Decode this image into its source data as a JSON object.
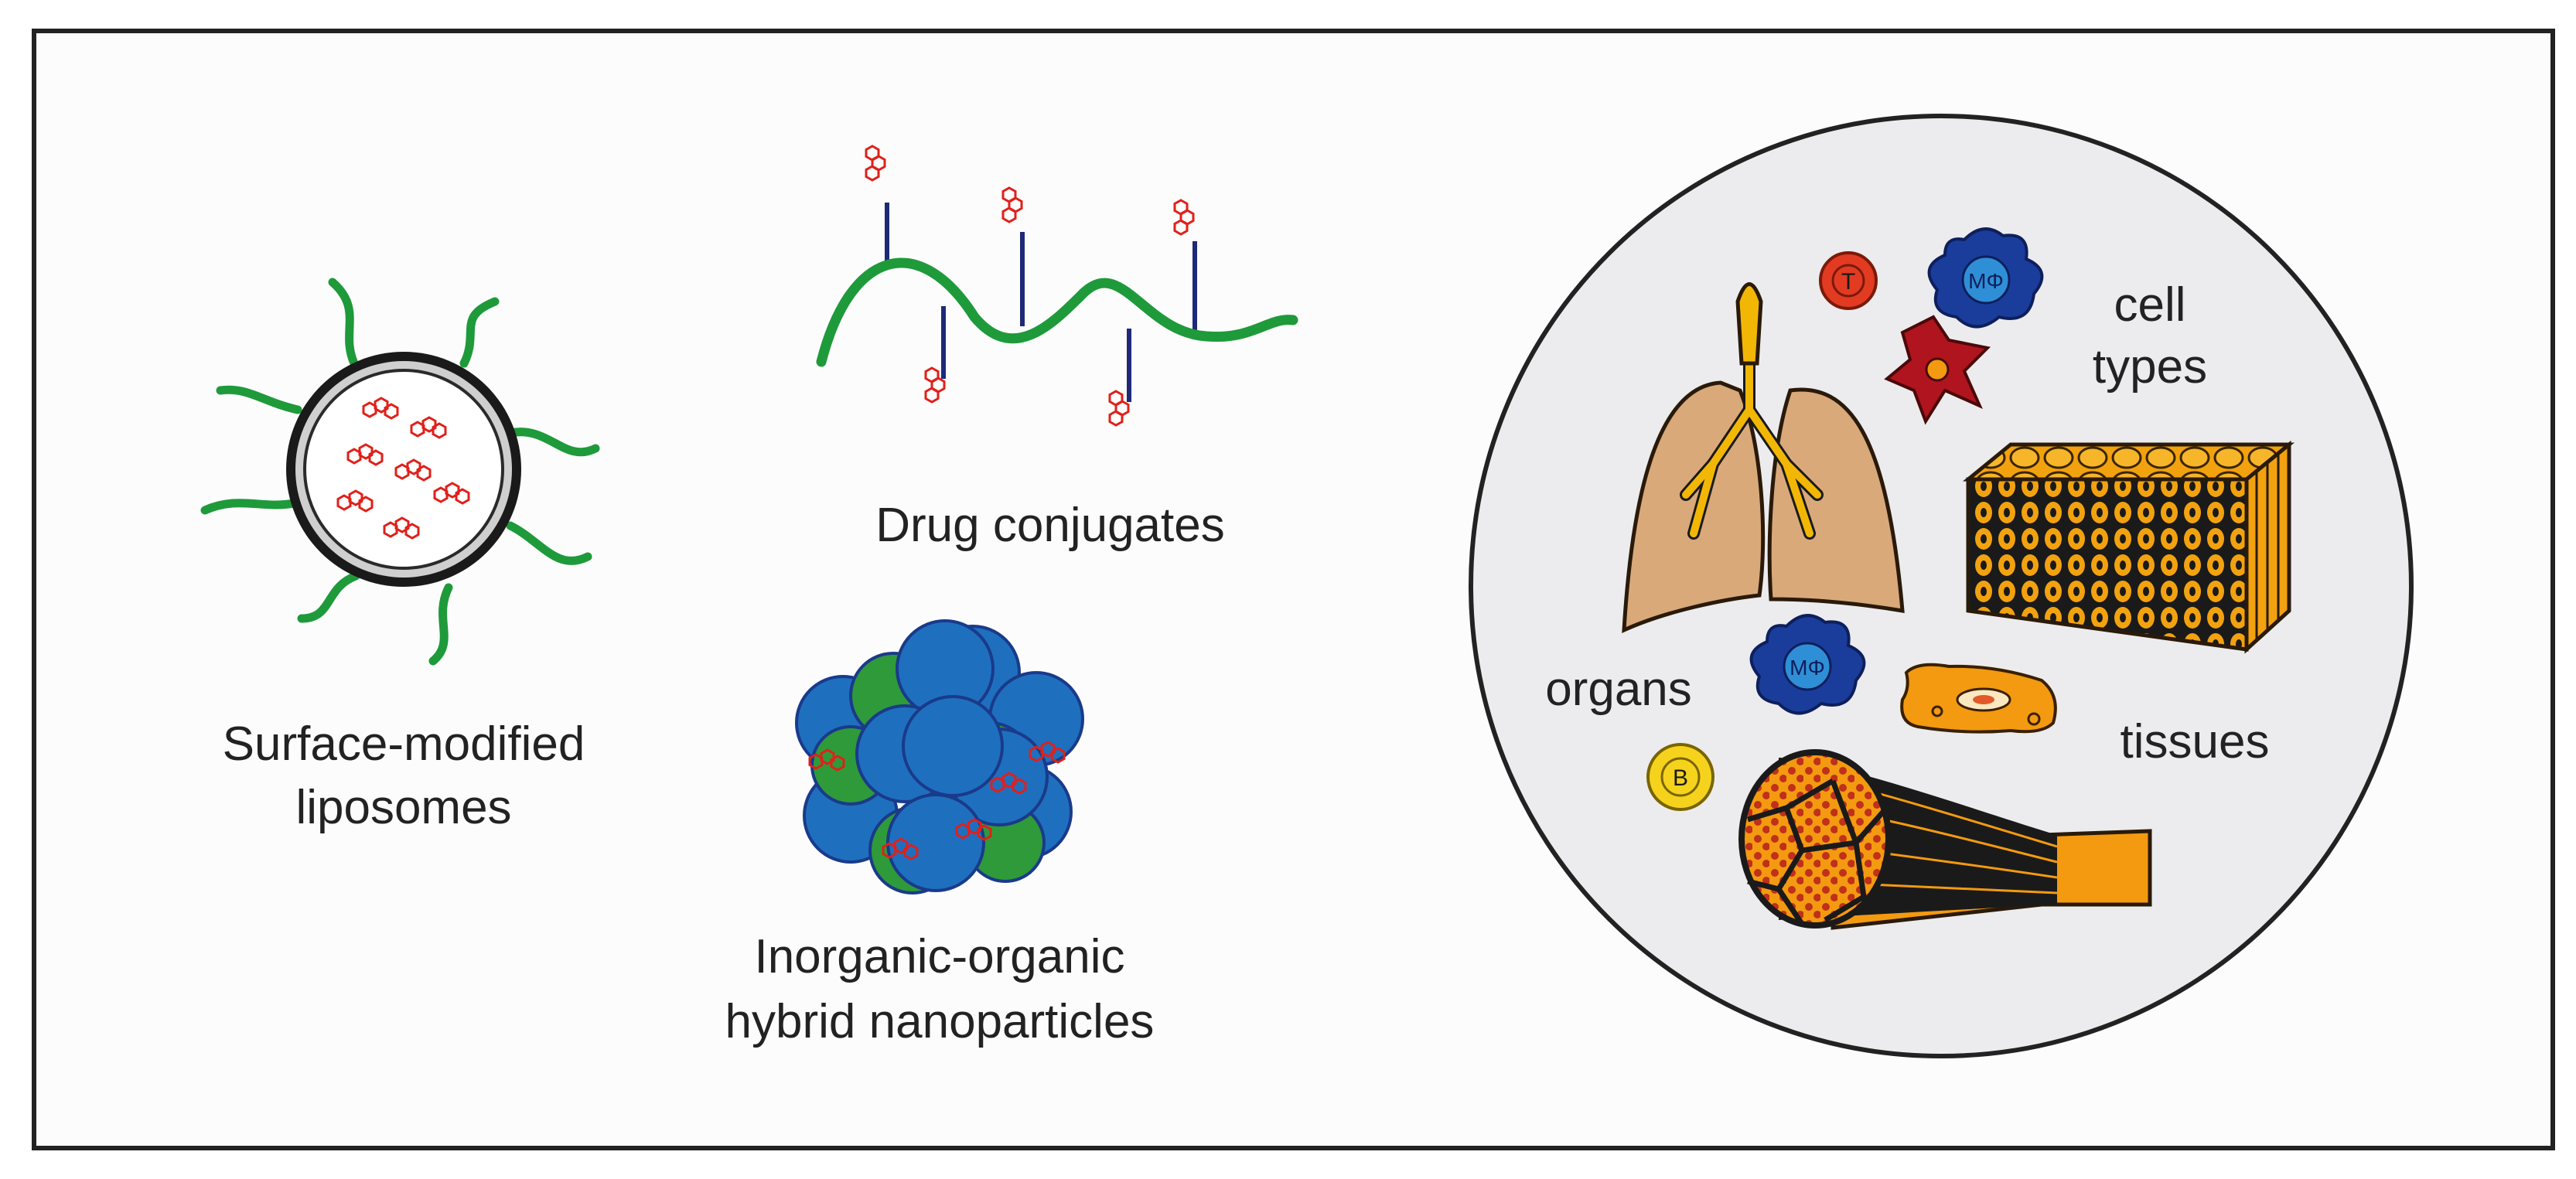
{
  "labels": {
    "liposomes_line1": "Surface-modified",
    "liposomes_line2": "liposomes",
    "drug_conjugates": "Drug conjugates",
    "hybrid_line1": "Inorganic-organic",
    "hybrid_line2": "hybrid nanoparticles",
    "cell_types_line1": "cell",
    "cell_types_line2": "types",
    "organs": "organs",
    "tissues": "tissues"
  },
  "cell_markers": {
    "t_cell": "T",
    "macrophage": "MΦ",
    "b_cell": "B"
  },
  "colors": {
    "frame": "#222222",
    "panel_bg": "#fcfcfc",
    "circle_bg": "#ececee",
    "polymer_green": "#1e9a3a",
    "drug_red": "#e0201a",
    "linker_navy": "#1e2a78",
    "nanoparticle_blue": "#1f6fbf",
    "lung_tan": "#d9a97a",
    "airway_yellow": "#f2b705",
    "tissue_orange": "#f39a10",
    "t_cell_red": "#e23b22",
    "b_cell_yellow": "#f5d31d",
    "macrophage_navy": "#1a3d9c",
    "macrophage_inner": "#2f8fd6",
    "dendritic_red": "#b0141e"
  }
}
